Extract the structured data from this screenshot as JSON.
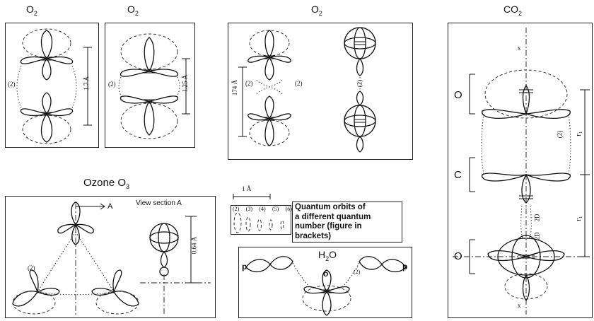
{
  "titles": {
    "o2_a": "O",
    "o2_a_sub": "2",
    "o2_b": "O",
    "o2_b_sub": "2",
    "o2_c": "O",
    "o2_c_sub": "2",
    "co2": "CO",
    "co2_sub": "2",
    "ozone": "Ozone  O",
    "ozone_sub": "3",
    "h2o": "H",
    "h2o_sub": "2",
    "h2o_tail": "O"
  },
  "panel_o2_a": {
    "label_2": "(2)",
    "dimension": "1.7 Å"
  },
  "panel_o2_b": {
    "label_2": "(2)",
    "dimension": "1.25 Å"
  },
  "panel_o2_c": {
    "label_2_left": "(2)",
    "label_2_right": "(2)",
    "label_2_center": "(2)",
    "dimension": "174 Å"
  },
  "panel_ozone": {
    "arrow_label": "A",
    "view_label": "View section A",
    "label_2": "(2)",
    "dimension": "0.64 Å"
  },
  "legend": {
    "scale": "1 Å",
    "numbers": [
      "(2)",
      "(3)",
      "(4)",
      "(5)",
      "(6)"
    ],
    "caption_lines": [
      "Quantum orbits of",
      "a different quantum",
      "number (figure in",
      "brackets)"
    ]
  },
  "panel_h2o": {
    "left_atom": "p",
    "center_atom": "o",
    "right_atom": "p",
    "label_2": "(2)"
  },
  "panel_co2": {
    "atoms": [
      "O",
      "C",
      "O"
    ],
    "axis_label": "x",
    "r_labels": [
      "r₁",
      "r₁"
    ],
    "d_labels": [
      "2D",
      "2D"
    ],
    "label_2": "(2)"
  }
}
